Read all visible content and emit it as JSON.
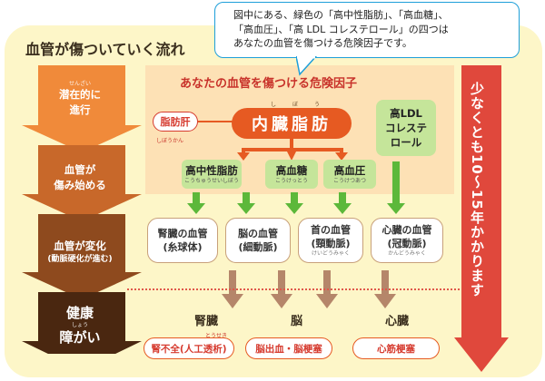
{
  "title": "血管が傷ついていく流れ",
  "callout": {
    "line1": "図中にある、緑色の「高中性脂肪」、「高血糖」、",
    "line2": "「高血圧」、「高 LDL コレステロール」の四つは",
    "line3": "あなたの血管を傷つける危険因子です。"
  },
  "stages": [
    {
      "ruby": "せんざい",
      "line1": "潜在的に",
      "line2": "進行",
      "color": "#f08a3a"
    },
    {
      "line1": "血管が",
      "line2": "傷み始める",
      "color": "#c8682a"
    },
    {
      "line1": "血管が変化",
      "line2": "(動脈硬化が進む)",
      "color": "#8e4a1e"
    },
    {
      "line1": "健康",
      "ruby": "しょう",
      "line2": "障がい",
      "color": "#4a2710"
    }
  ],
  "risk_panel": {
    "title": "あなたの血管を傷つける危険因子",
    "fatty_liver": "脂肪肝",
    "fatty_liver_ruby": "しぼうかん",
    "visceral_fat": "内臓脂肪",
    "visceral_ruby": "しぼう",
    "ldl": [
      "高LDL",
      "コレステ",
      "ロール"
    ],
    "factors": [
      {
        "name": "高中性脂肪",
        "ruby": "こうちゅうせいしぼう"
      },
      {
        "name": "高血糖",
        "ruby": "こうけっとう"
      },
      {
        "name": "高血圧",
        "ruby": "こうけつあつ"
      }
    ]
  },
  "vessels": [
    {
      "line1": "腎臓の血管",
      "line2": "(糸球体)",
      "ruby": ""
    },
    {
      "line1": "脳の血管",
      "line2": "(細動脈)",
      "ruby": ""
    },
    {
      "line1": "首の血管",
      "line2": "(頸動脈)",
      "ruby": "けいどうみゃく"
    },
    {
      "line1": "心臓の血管",
      "line2": "(冠動脈)",
      "ruby": "かんどうみゃく"
    }
  ],
  "organs": [
    {
      "name": "腎臓",
      "disease": "腎不全(人工透析)",
      "disease_ruby": "とうせき"
    },
    {
      "name": "脳",
      "disease": "脳出血・脳梗塞",
      "disease_ruby": ""
    },
    {
      "name": "心臓",
      "disease": "心筋梗塞",
      "disease_ruby": ""
    }
  ],
  "duration_label": "少なくとも10〜15年かかります",
  "colors": {
    "accent_red": "#e0483c",
    "orange": "#e65a22",
    "green_box": "#c5e59a",
    "green_arrow": "#5cb83a",
    "brown_arrow": "#b5866a",
    "callout_border": "#1e9fd9"
  }
}
